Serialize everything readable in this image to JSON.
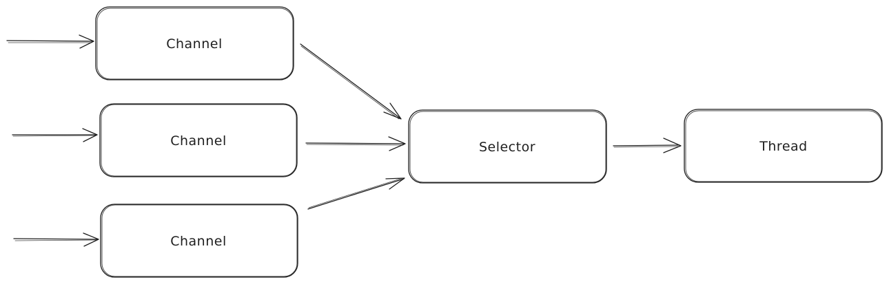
{
  "diagram": {
    "nodes": [
      {
        "id": "channel-1",
        "label": "Channel"
      },
      {
        "id": "channel-2",
        "label": "Channel"
      },
      {
        "id": "channel-3",
        "label": "Channel"
      },
      {
        "id": "selector",
        "label": "Selector"
      },
      {
        "id": "thread",
        "label": "Thread"
      }
    ],
    "edges": [
      {
        "from": "",
        "to": "channel-1"
      },
      {
        "from": "",
        "to": "channel-2"
      },
      {
        "from": "",
        "to": "channel-3"
      },
      {
        "from": "channel-1",
        "to": "selector"
      },
      {
        "from": "channel-2",
        "to": "selector"
      },
      {
        "from": "channel-3",
        "to": "selector"
      },
      {
        "from": "selector",
        "to": "thread"
      }
    ],
    "colors": {
      "stroke": "#1e1e1e",
      "background": "#ffffff"
    }
  }
}
